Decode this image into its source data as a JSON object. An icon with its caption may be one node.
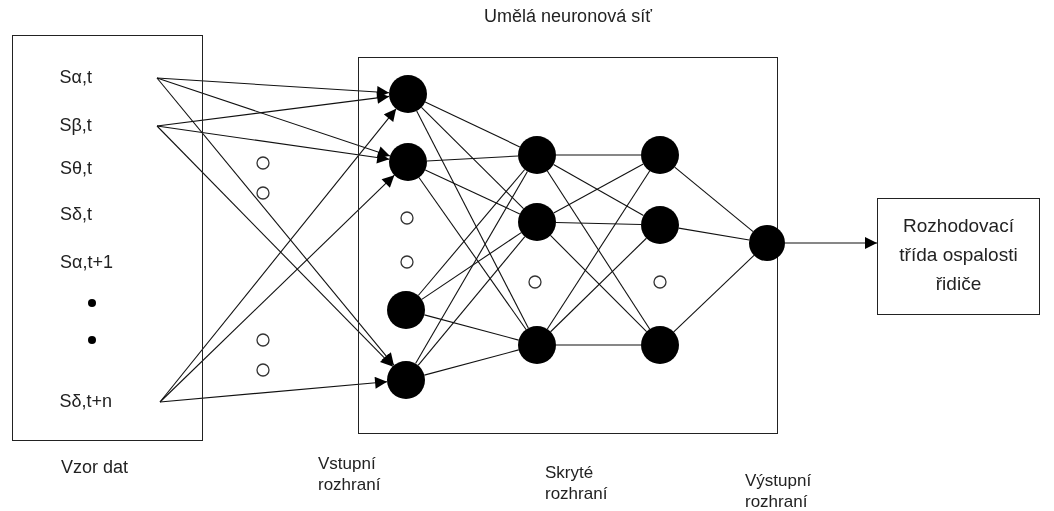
{
  "diagram": {
    "title": "Umělá neuronová síť",
    "nodes": [
      {
        "text": [
          "Vzor dat"
        ]
      },
      {
        "text": [
          "Sα,t"
        ],
        "in": 0
      },
      {
        "text": [
          "Sβ,t"
        ],
        "in": 0
      },
      {
        "text": [
          "Sδ,t+n"
        ],
        "in": 0
      },
      {
        "text": [],
        "shape": "box"
      },
      {
        "text": [],
        "shape": "circle",
        "in": 4
      },
      {
        "text": [],
        "shape": "circle",
        "in": 4
      },
      {
        "text": [],
        "shape": "circle",
        "in": 4
      },
      {
        "text": [],
        "shape": "circle",
        "in": 4
      },
      {
        "text": [],
        "shape": "circle",
        "in": 4
      },
      {
        "text": [],
        "shape": "circle",
        "in": 4
      },
      {
        "text": [],
        "shape": "circle",
        "in": 4
      },
      {
        "text": [],
        "shape": "circle",
        "in": 4
      },
      {
        "text": [],
        "shape": "circle",
        "in": 4
      },
      {
        "text": [],
        "shape": "circle",
        "in": 4
      },
      {
        "text": [],
        "shape": "circle",
        "in": 4
      },
      {
        "text": [
          "Rozhodovací třída ospalosti řidiče"
        ]
      }
    ],
    "edges": [
      {
        "from": 1,
        "to": 5,
        "arrow": "to"
      },
      {
        "from": 1,
        "to": 6,
        "arrow": "to"
      },
      {
        "from": 1,
        "to": 8,
        "arrow": "to"
      },
      {
        "from": 2,
        "to": 5,
        "arrow": "to"
      },
      {
        "from": 2,
        "to": 6,
        "arrow": "to"
      },
      {
        "from": 2,
        "to": 8,
        "arrow": "to"
      },
      {
        "from": 3,
        "to": 5,
        "arrow": "to"
      },
      {
        "from": 3,
        "to": 6,
        "arrow": "to"
      },
      {
        "from": 3,
        "to": 8,
        "arrow": "to"
      },
      {
        "from": 5,
        "to": 9,
        "arrow": "none"
      },
      {
        "from": 5,
        "to": 10,
        "arrow": "none"
      },
      {
        "from": 5,
        "to": 11,
        "arrow": "none"
      },
      {
        "from": 6,
        "to": 9,
        "arrow": "none"
      },
      {
        "from": 6,
        "to": 10,
        "arrow": "none"
      },
      {
        "from": 6,
        "to": 11,
        "arrow": "none"
      },
      {
        "from": 7,
        "to": 9,
        "arrow": "none"
      },
      {
        "from": 7,
        "to": 10,
        "arrow": "none"
      },
      {
        "from": 7,
        "to": 11,
        "arrow": "none"
      },
      {
        "from": 8,
        "to": 9,
        "arrow": "none"
      },
      {
        "from": 8,
        "to": 10,
        "arrow": "none"
      },
      {
        "from": 8,
        "to": 11,
        "arrow": "none"
      },
      {
        "from": 9,
        "to": 12,
        "arrow": "none"
      },
      {
        "from": 9,
        "to": 13,
        "arrow": "none"
      },
      {
        "from": 9,
        "to": 14,
        "arrow": "none"
      },
      {
        "from": 10,
        "to": 12,
        "arrow": "none"
      },
      {
        "from": 10,
        "to": 13,
        "arrow": "none"
      },
      {
        "from": 10,
        "to": 14,
        "arrow": "none"
      },
      {
        "from": 11,
        "to": 12,
        "arrow": "none"
      },
      {
        "from": 11,
        "to": 13,
        "arrow": "none"
      },
      {
        "from": 11,
        "to": 14,
        "arrow": "none"
      },
      {
        "from": 12,
        "to": 15,
        "arrow": "none"
      },
      {
        "from": 13,
        "to": 15,
        "arrow": "none"
      },
      {
        "from": 14,
        "to": 15,
        "arrow": "none"
      },
      {
        "from": 15,
        "to": 16,
        "arrow": "to"
      }
    ],
    "labels": [
      "Sθ,t",
      "Sδ,t",
      "Sα,t+1",
      "Vstupní rozhraní",
      "Skryté rozhraní",
      "Výstupní rozhraní"
    ]
  }
}
